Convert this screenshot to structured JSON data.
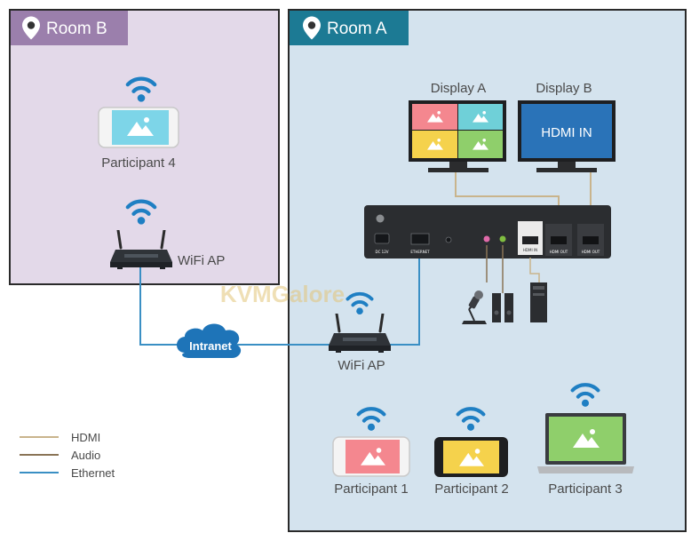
{
  "rooms": {
    "room_b": {
      "title": "Room B"
    },
    "room_a": {
      "title": "Room A"
    }
  },
  "devices": {
    "participant_4": "Participant 4",
    "wifi_ap_b": "WiFi AP",
    "wifi_ap_a": "WiFi AP",
    "intranet": "Intranet",
    "display_a": "Display A",
    "display_b": "Display B",
    "display_b_screen": "HDMI IN",
    "participant_1": "Participant 1",
    "participant_2": "Participant 2",
    "participant_3": "Participant 3"
  },
  "switch_ports": {
    "dc": "DC 12V",
    "ethernet": "ETHERNET",
    "hdmi_in": "HDMI IN",
    "hdmi_out_1": "HDMI OUT",
    "hdmi_out_2": "HDMI OUT"
  },
  "watermark": "KVMGalore",
  "legend": {
    "items": [
      {
        "label": "HDMI",
        "color": "#c9b48c"
      },
      {
        "label": "Audio",
        "color": "#8a7456"
      },
      {
        "label": "Ethernet",
        "color": "#3a8fc4"
      }
    ]
  },
  "colors": {
    "room_b_bg": "#e3d9e9",
    "room_b_tab": "#9b7fac",
    "room_a_bg": "#d4e3ee",
    "room_a_tab": "#1c7a94",
    "wifi": "#1f7fc3",
    "cloud": "#1e74b8"
  }
}
